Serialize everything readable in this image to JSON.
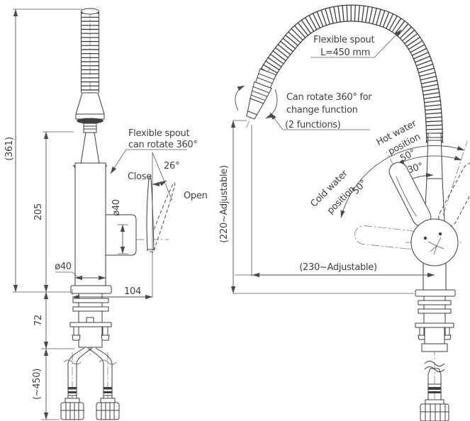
{
  "colors": {
    "line": "#3c3c3c",
    "text": "#3f3f3f",
    "background": "#ffffff"
  },
  "left_view": {
    "dims": {
      "total_height": "(361)",
      "spout_height": "205",
      "under_counter": "72",
      "supply_hose_length": "(~450)",
      "body_diameter": "ø40",
      "handle_diameter": "ø40",
      "depth": "104"
    },
    "labels": {
      "open_angle": "26°",
      "close": "Close",
      "open": "Open",
      "spout_note_line1": "Flexible spout",
      "spout_note_line2": "can rotate 360°"
    }
  },
  "right_view": {
    "dims": {
      "height_adjustable": "(220~Adjustable)",
      "reach_adjustable": "(230~Adjustable)"
    },
    "labels": {
      "spout_note_line1": "Flexible spout",
      "spout_note_line2": "L=450 mm",
      "rotate_note_line1": "Can rotate 360° for",
      "rotate_note_line2": "change function",
      "rotate_note_line3": "(2 functions)",
      "hot_line1": "Hot water",
      "hot_line2": "position",
      "hot_angle": "50°",
      "mid_angle": "30°",
      "cold_line1": "Cold water",
      "cold_line2": "position",
      "cold_angle": "50°"
    }
  }
}
